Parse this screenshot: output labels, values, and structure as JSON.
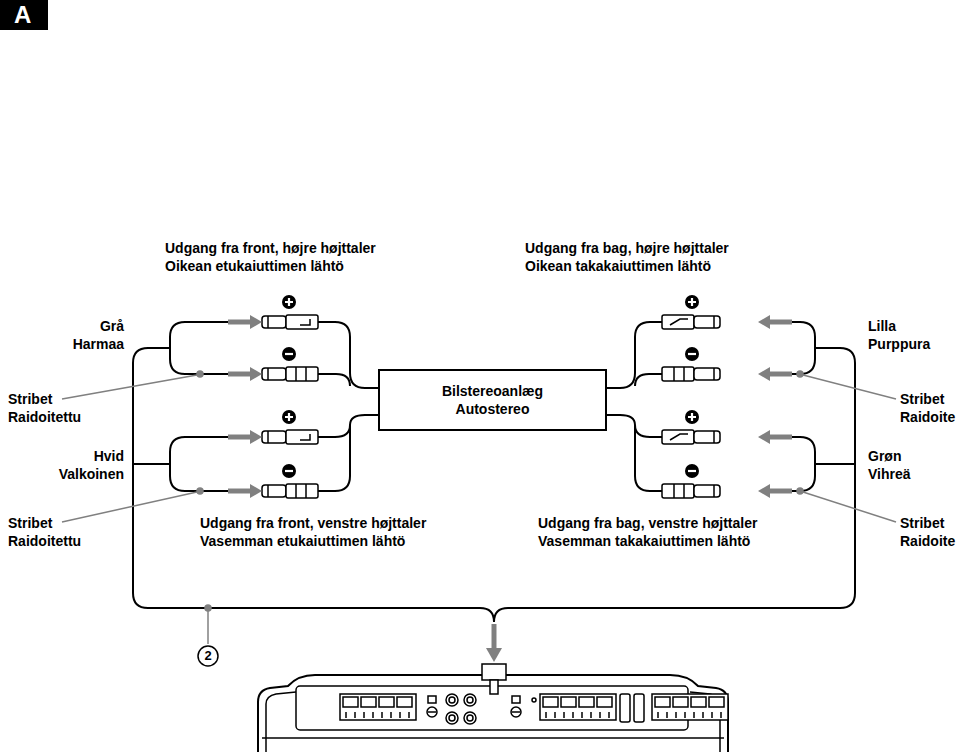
{
  "diagram": {
    "nodes": [
      {
        "text": [
          "Bilstereoanlæg",
          "Autostereo"
        ]
      }
    ],
    "labels": [
      "A",
      "Udgang fra front, højre højttaler",
      "Oikean etukaiuttimen lähtö",
      "Udgang fra bag, højre højttaler",
      "Oikean takakaiuttimen lähtö",
      "Grå",
      "Harmaa",
      "Stribet",
      "Raidoitettu",
      "Hvid",
      "Valkoinen",
      "Stribet",
      "Raidoitettu",
      "Udgang fra front, venstre højttaler",
      "Vasemman etukaiuttimen lähtö",
      "Udgang fra bag, venstre højttaler",
      "Vasemman takakaiuttimen lähtö",
      "Lilla",
      "Purppura",
      "Stribet",
      "Raidoite",
      "Grøn",
      "Vihreä",
      "Stribet",
      "Raidoite",
      "2"
    ]
  }
}
